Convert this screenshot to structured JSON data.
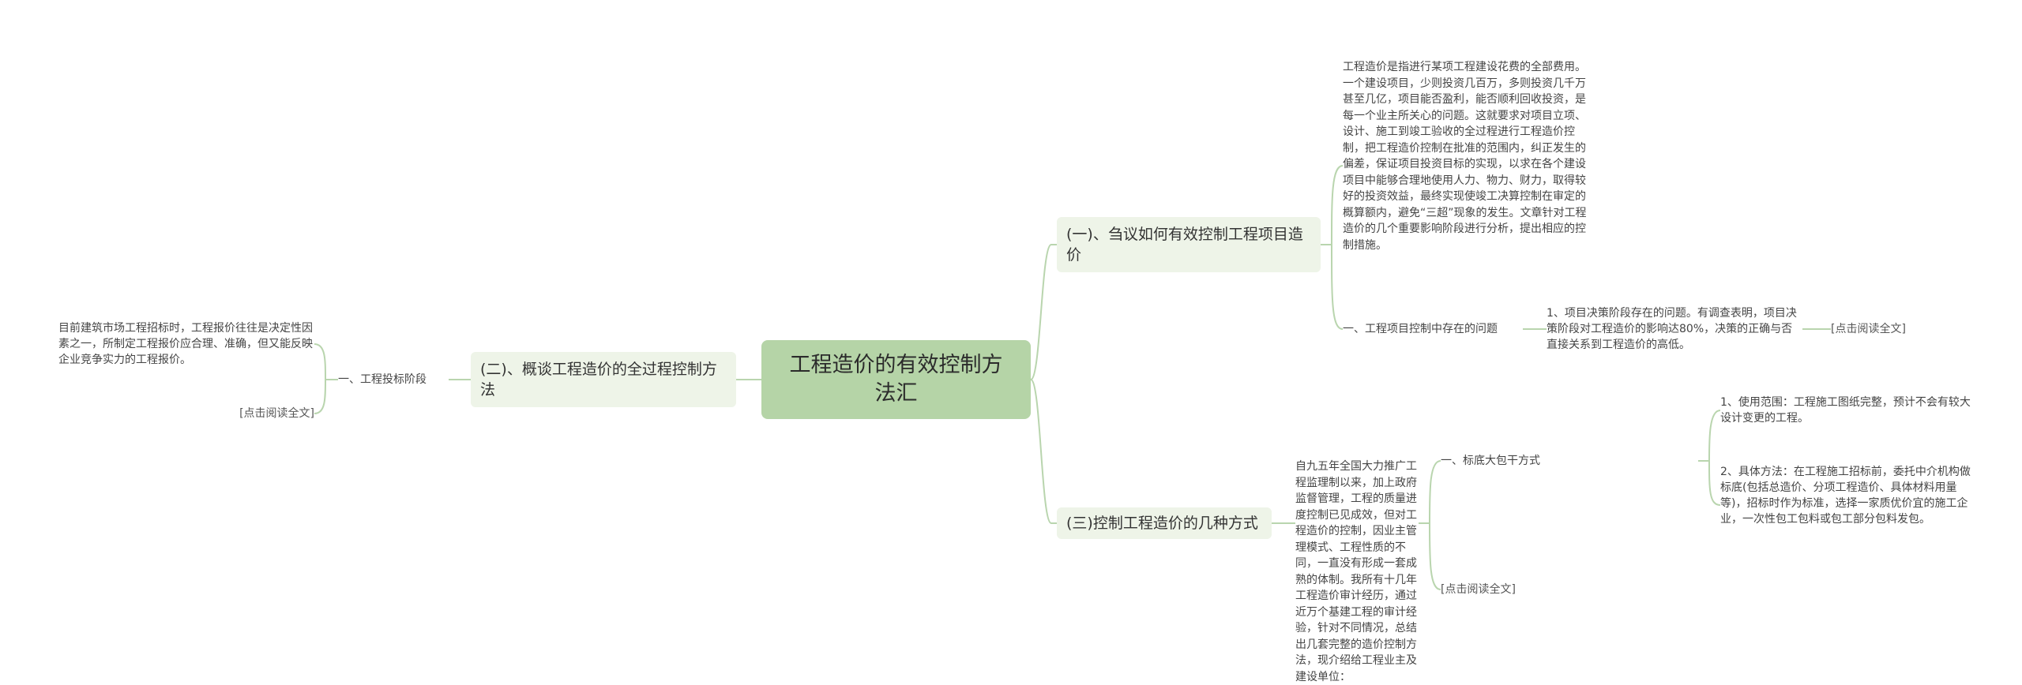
{
  "root": {
    "title": "工程造价的有效控制方法汇"
  },
  "branch1": {
    "title": "(一)、刍议如何有效控制工程项目造价",
    "intro": "工程造价是指进行某项工程建设花费的全部费用。一个建设项目，少则投资几百万，多则投资几千万甚至几亿，项目能否盈利，能否顺利回收投资，是每一个业主所关心的问题。这就要求对项目立项、设计、施工到竣工验收的全过程进行工程造价控制，把工程造价控制在批准的范围内，纠正发生的偏差，保证项目投资目标的实现，以求在各个建设项目中能够合理地使用人力、物力、财力，取得较好的投资效益，最终实现使竣工决算控制在审定的概算额内，避免“三超”现象的发生。文章针对工程造价的几个重要影响阶段进行分析，提出相应的控制措施。",
    "problems_label": "一、工程项目控制中存在的问题",
    "problem_detail": "1、项目决策阶段存在的问题。有调查表明，项目决策阶段对工程造价的影响达80%，决策的正确与否直接关系到工程造价的高低。",
    "read_more": "[点击阅读全文]"
  },
  "branch2": {
    "title": "(二)、概谈工程造价的全过程控制方法",
    "stage_label": "一、工程投标阶段",
    "stage_detail": "目前建筑市场工程招标时，工程报价往往是决定性因素之一，所制定工程报价应合理、准确，但又能反映企业竞争实力的工程报价。",
    "read_more": "[点击阅读全文]"
  },
  "branch3": {
    "title": "(三)控制工程造价的几种方式",
    "intro": "自九五年全国大力推广工程监理制以来，加上政府监督管理，工程的质量进度控制已见成效，但对工程造价的控制，因业主管理模式、工程性质的不同，一直没有形成一套成熟的体制。我所有十几年工程造价审计经历，通过近万个基建工程的审计经验，针对不同情况，总结出几套完整的造价控制方法，现介绍给工程业主及建设单位：",
    "method_label": "一、标底大包干方式",
    "scope": "1、使用范围：工程施工图纸完整，预计不会有较大设计变更的工程。",
    "method": "2、具体方法：在工程施工招标前，委托中介机构做标底(包括总造价、分项工程造价、具体材料用量等)，招标时作为标准，选择一家质优价宜的施工企业，一次性包工包料或包工部分包料发包。",
    "read_more": "[点击阅读全文]"
  }
}
